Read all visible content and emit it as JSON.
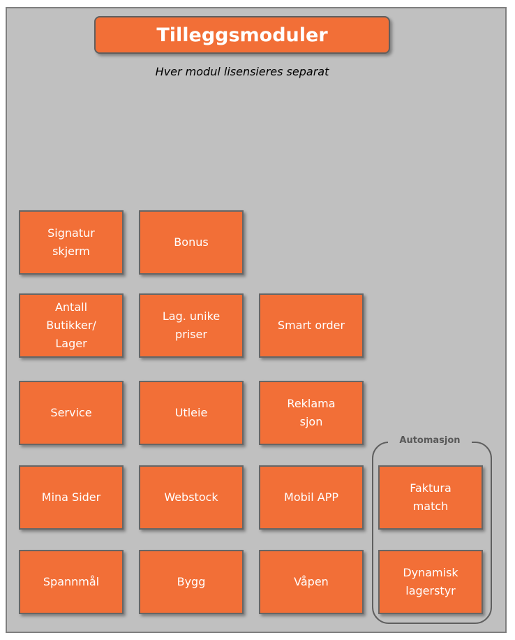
{
  "header": {
    "title": "Tilleggsmoduler",
    "subtitle": "Hver modul lisensieres separat"
  },
  "modules": {
    "signatur_skjerm": "Signatur\nskjerm",
    "bonus": "Bonus",
    "antall_butikker": "Antall\nButikker/\nLager",
    "lag_unike_priser": "Lag. unike\npriser",
    "smart_order": "Smart order",
    "service": "Service",
    "utleie": "Utleie",
    "reklamasjon": "Reklama\nsjon",
    "mina_sider": "Mina Sider",
    "webstock": "Webstock",
    "mobil_app": "Mobil APP",
    "spannmal": "Spannmål",
    "bygg": "Bygg",
    "vapen": "Våpen"
  },
  "automation": {
    "label": "Automasjon",
    "faktura_match": "Faktura\nmatch",
    "dynamisk_lagerstyr": "Dynamisk\nlagerstyr"
  },
  "colors": {
    "accent": "#f26f37",
    "panel": "#c0c0c0"
  }
}
